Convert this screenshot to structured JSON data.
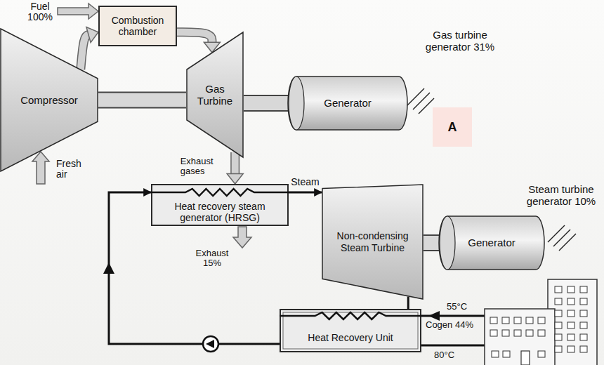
{
  "diagram": {
    "nodes": [
      {
        "text": [
          "Compressor"
        ]
      },
      {
        "text": [
          "Combustion chamber"
        ]
      },
      {
        "text": [
          "Gas Turbine"
        ]
      },
      {
        "text": [
          "Generator"
        ]
      },
      {
        "text": [
          "A"
        ]
      },
      {
        "text": [
          "Heat recovery steam generator (HRSG)"
        ]
      },
      {
        "text": [
          "Non-condensing Steam Turbine"
        ]
      },
      {
        "text": [
          "Generator"
        ]
      },
      {
        "text": [
          "Heat Recovery Unit"
        ]
      }
    ],
    "edges": [
      {
        "from": 0,
        "to": 1,
        "arrow": "to"
      },
      {
        "from": 1,
        "to": 2,
        "arrow": "to"
      },
      {
        "from": 0,
        "to": 2,
        "arrow": "none"
      },
      {
        "from": 2,
        "to": 3,
        "arrow": "none"
      },
      {
        "from": 2,
        "to": 5,
        "arrow": "to",
        "label": "Exhaust gases"
      },
      {
        "from": 5,
        "to": 6,
        "arrow": "to",
        "label": "Steam"
      },
      {
        "from": 6,
        "to": 7,
        "arrow": "none"
      },
      {
        "from": 6,
        "to": 8,
        "arrow": "none"
      },
      {
        "from": 8,
        "to": 5,
        "arrow": "to"
      }
    ],
    "labels": [
      "Fuel 100%",
      "Fresh air",
      "Gas turbine generator 31%",
      "Steam turbine generator 10%",
      "Exhaust 15%",
      "55°C",
      "Cogen 44%",
      "80°C"
    ]
  }
}
